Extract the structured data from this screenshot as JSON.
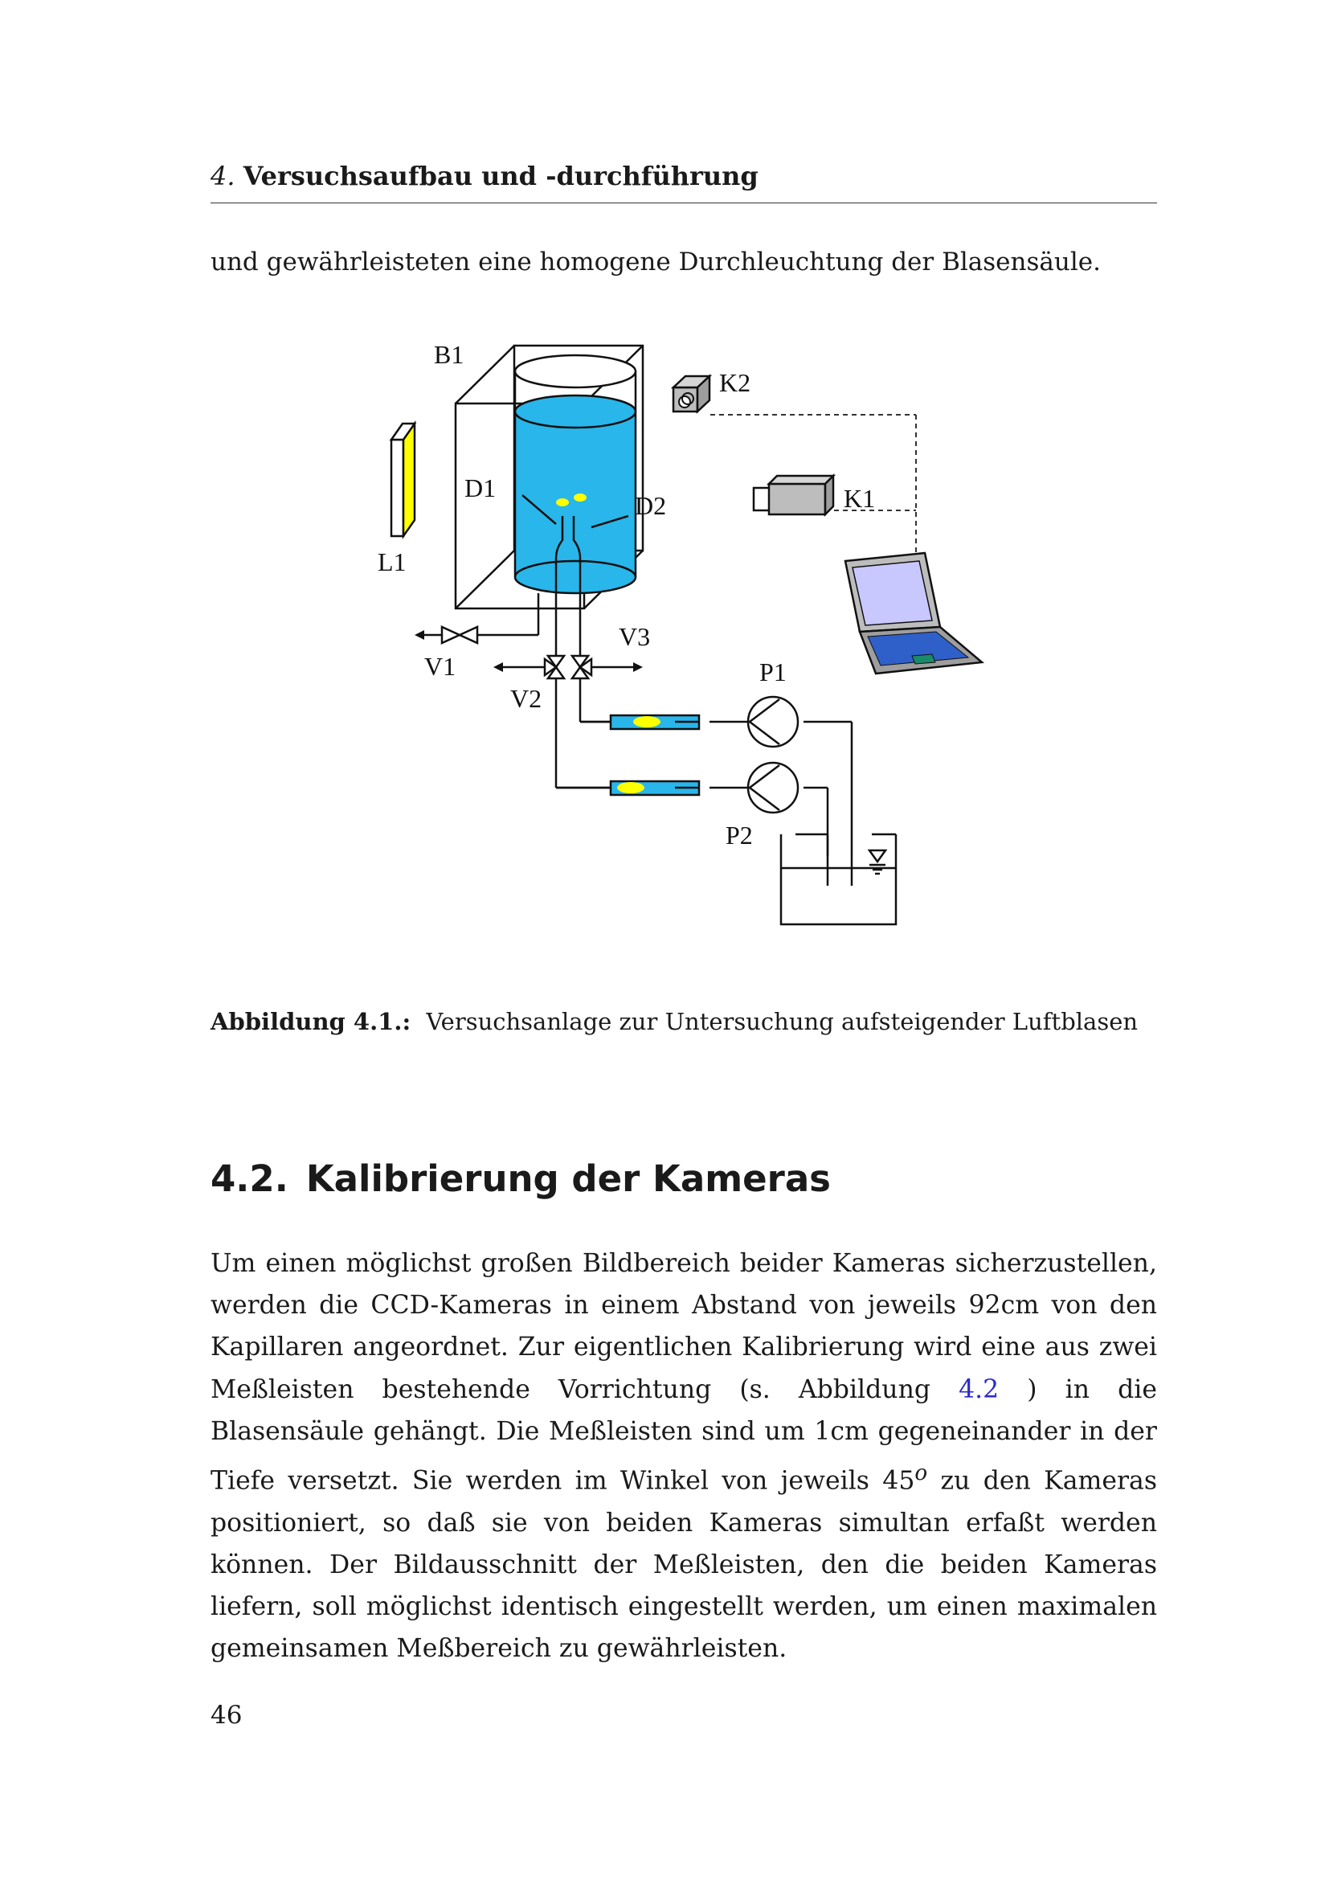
{
  "header": {
    "chapter_num": "4.",
    "chapter_title": "Versuchsaufbau und -durchführung"
  },
  "intro_text": "und gewährleisteten eine homogene Durchleuchtung der Blasensäule.",
  "figure": {
    "labels": {
      "b1": "B1",
      "k2": "K2",
      "k1": "K1",
      "d1": "D1",
      "d2": "D2",
      "l1": "L1",
      "v1": "V1",
      "v2": "V2",
      "v3": "V3",
      "p1": "P1",
      "p2": "P2"
    },
    "colors": {
      "water": "#29b6ea",
      "highlight": "#ffff00",
      "camera": "#bdbdbd",
      "screen": "#c8c8ff",
      "keyboard": "#2f5fc8"
    }
  },
  "caption": {
    "label": "Abbildung 4.1.:",
    "text": "Versuchsanlage zur Untersuchung aufsteigender Luftblasen"
  },
  "section": {
    "number": "4.2.",
    "title": "Kalibrierung der Kameras"
  },
  "body": {
    "part1": "Um einen möglichst großen Bildbereich beider Kameras sicherzustellen, werden die CCD-Kameras in einem Abstand von jeweils 92cm von den Kapillaren angeordnet. Zur eigentlichen Kalibrierung wird eine aus zwei Meßleisten bestehende Vorrichtung (s. Abbildung ",
    "ref": "4.2",
    "part2": " ) in die Blasensäule gehängt. Die Meßleisten sind um 1cm gegeneinander in der Tiefe versetzt. Sie werden im Winkel von jeweils 45",
    "sup": "o",
    "part3": " zu den Kameras positioniert, so daß sie von beiden Kameras simultan erfaßt werden können. Der Bildausschnitt der Meßleisten, den die beiden Kameras liefern, soll möglichst identisch eingestellt werden, um einen maximalen gemeinsamen Meßbereich zu gewährleisten."
  },
  "page_number": "46"
}
